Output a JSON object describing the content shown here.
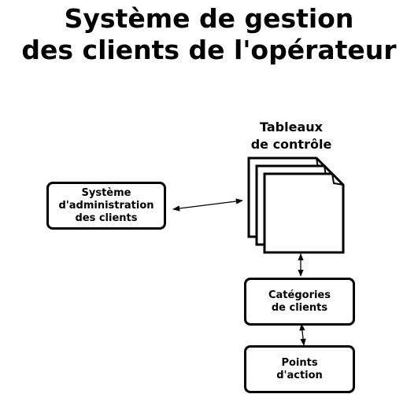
{
  "title": {
    "line1": "Système de gestion",
    "line2": "des clients de l'opérateur"
  },
  "nodes": {
    "admin": {
      "line1": "Système",
      "line2": "d'administration",
      "line3": "des clients"
    },
    "dashboards": {
      "line1": "Tableaux",
      "line2": "de contrôle"
    },
    "categories": {
      "line1": "Catégories",
      "line2": "de clients"
    },
    "actions": {
      "line1": "Points",
      "line2": "d'action"
    }
  },
  "colors": {
    "stroke": "#000000",
    "fill": "#ffffff"
  }
}
